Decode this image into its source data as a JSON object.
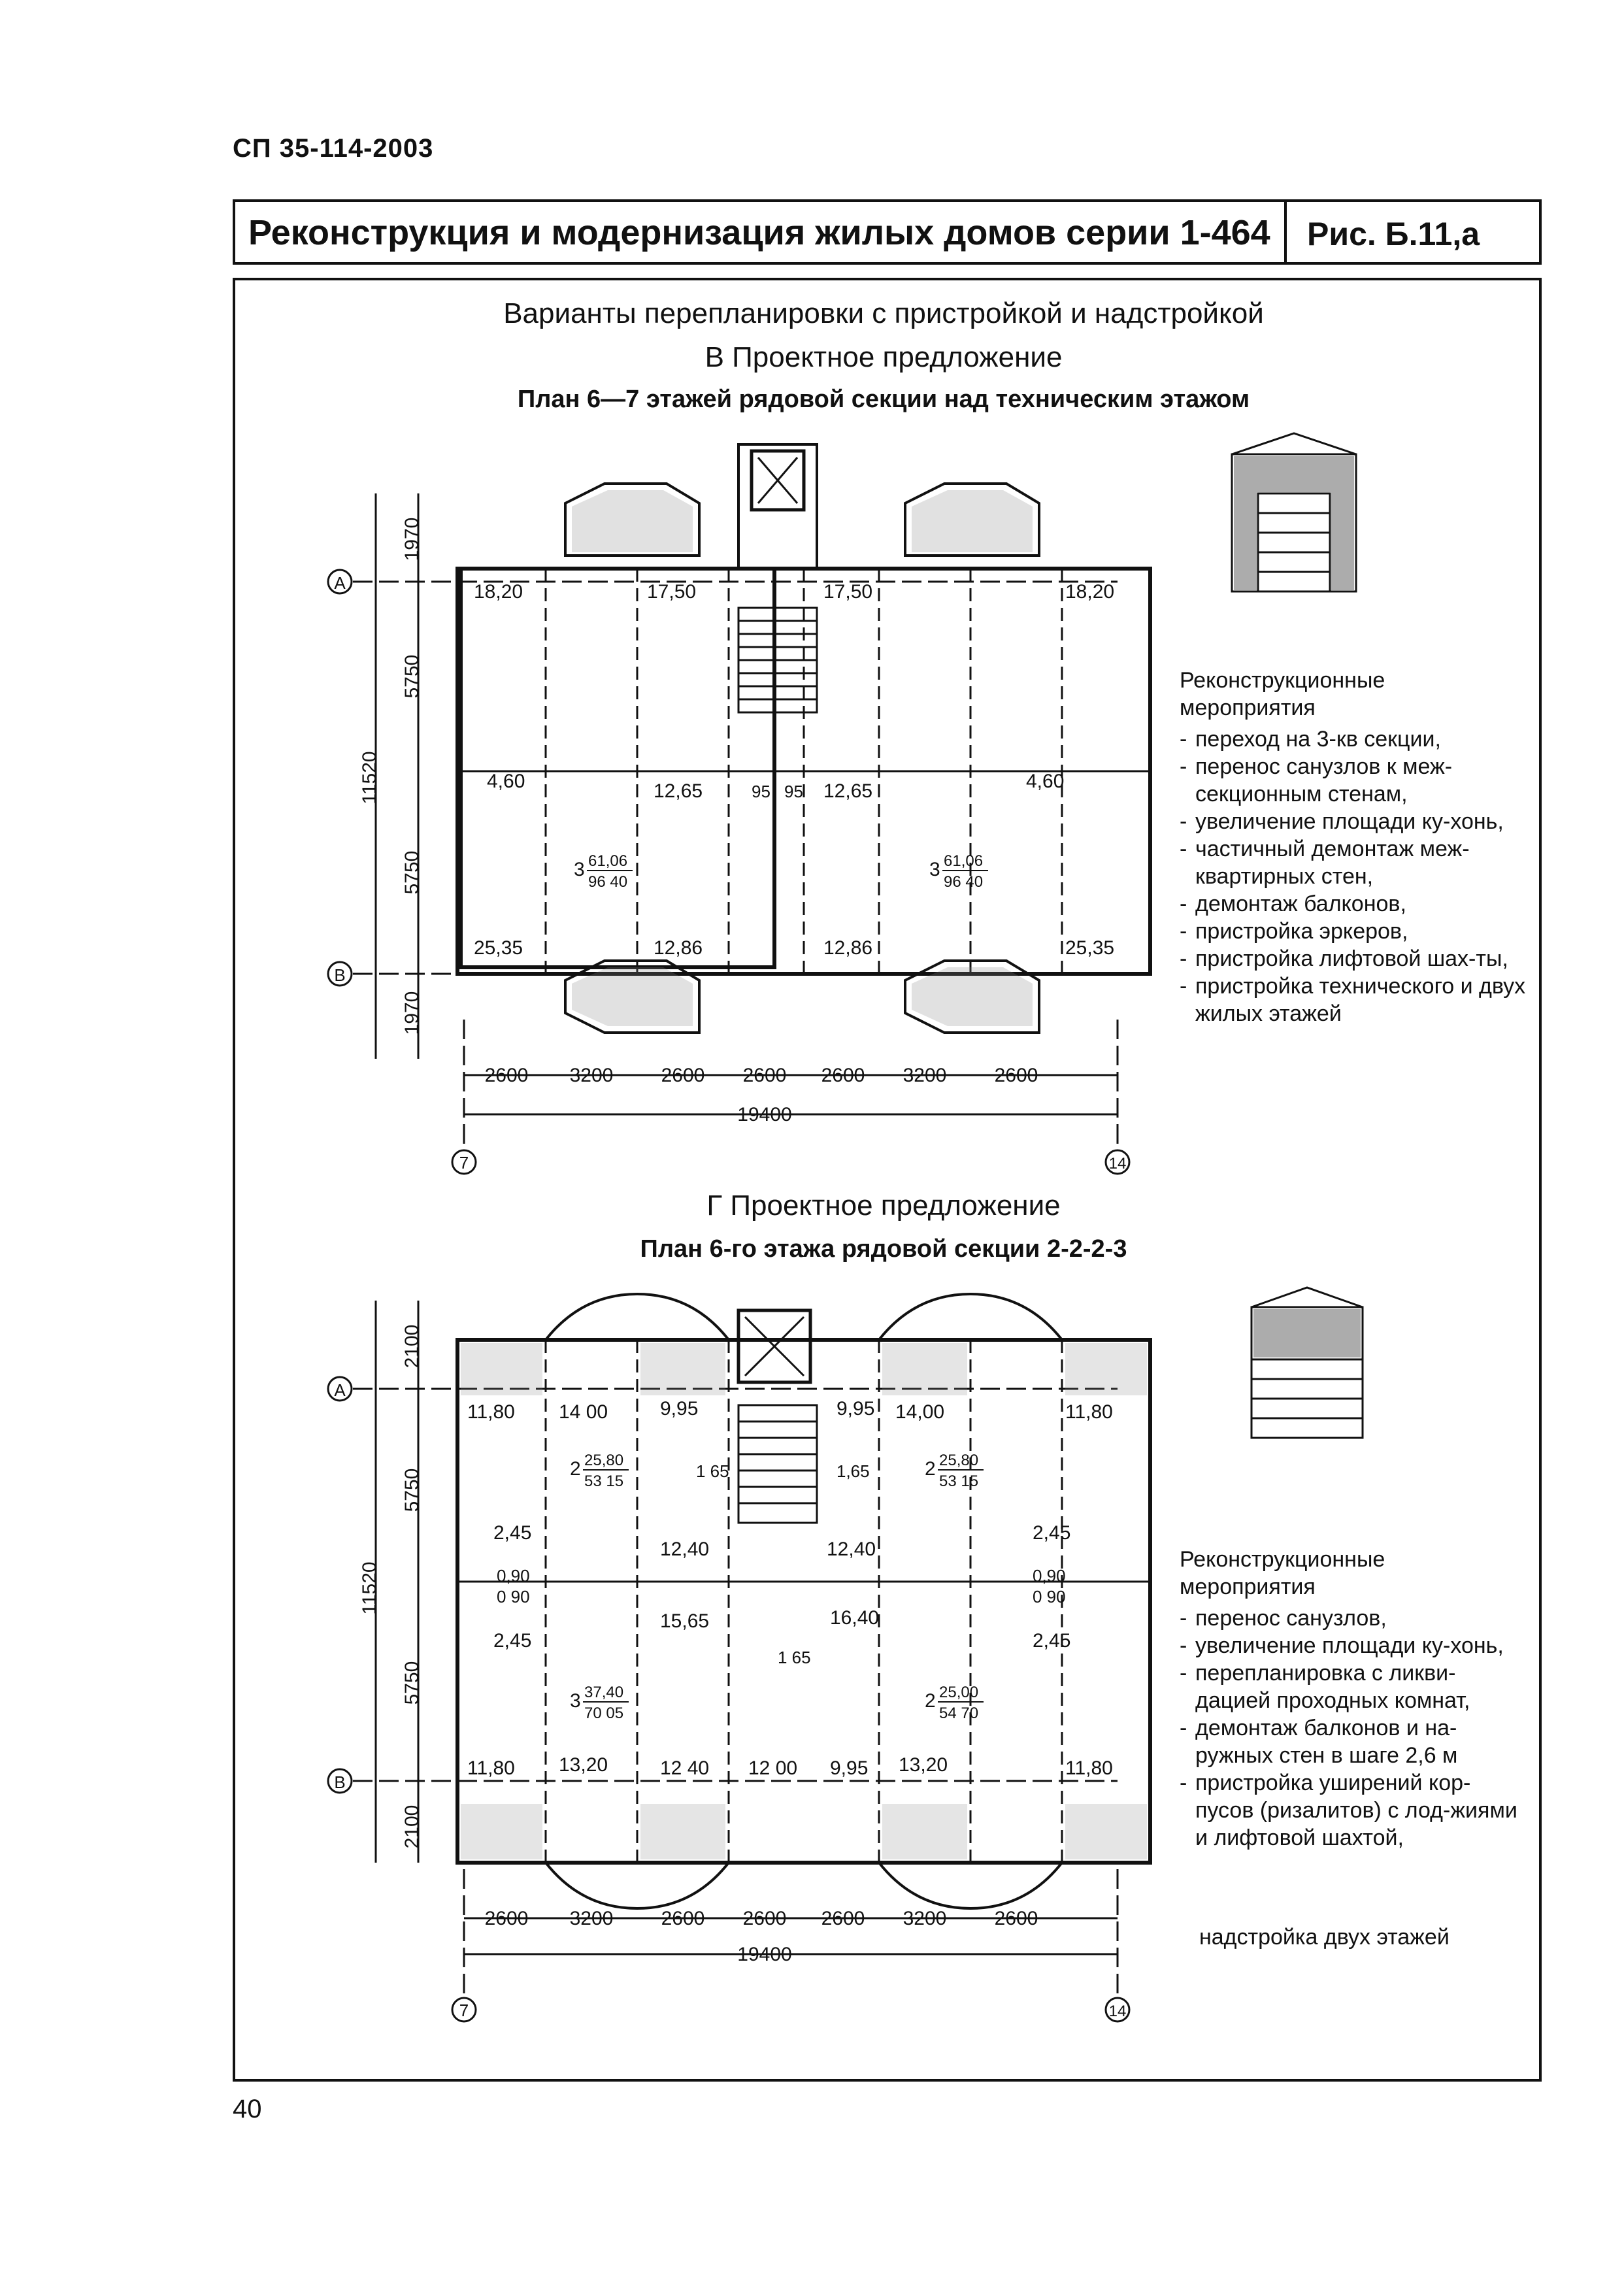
{
  "header": {
    "doc_code": "СП 35-114-2003",
    "title": "Реконструкция и модернизация жилых домов серии 1-464",
    "figure_label": "Рис. Б.11,а"
  },
  "section_v": {
    "heading_1": "Варианты перепланировки с пристройкой и надстройкой",
    "heading_2": "В Проектное предложение",
    "plan_title": "План 6—7 этажей рядовой секции над техническим этажом",
    "measures_title": "Реконструкционные мероприятия",
    "measures": [
      "переход на 3-кв секции,",
      "перенос санузлов к меж-секционным стенам,",
      "увеличение площади ку-хонь,",
      "частичный демонтаж меж-квартирных стен,",
      "демонтаж балконов,",
      "пристройка эркеров,",
      "пристройка лифтовой шах-ты,",
      "пристройка технического и двух жилых этажей"
    ],
    "plan": {
      "axes": {
        "a": "А",
        "b": "В",
        "left": "7",
        "right": "14"
      },
      "dims_vertical": {
        "top": "1970",
        "upper": "5750",
        "total": "11520",
        "lower": "5750",
        "bottom": "1970"
      },
      "dims_horizontal": [
        "2600",
        "3200",
        "2600",
        "2600",
        "2600",
        "3200",
        "2600"
      ],
      "dim_total": "19400",
      "rooms": {
        "r1": "18,20",
        "r2": "17,50",
        "r3": "17,50",
        "r4": "18,20",
        "r5": "4,60",
        "r6": "12,65",
        "r7": "95",
        "r8": "95",
        "r9": "12,65",
        "r10": "4,60",
        "r11": "25,35",
        "r12": "12,86",
        "r13": "12,86",
        "r14": "25,35"
      },
      "apt_left": {
        "rooms": "3",
        "num": "61,06",
        "den": "96 40"
      },
      "apt_right": {
        "rooms": "3",
        "num": "61,06",
        "den": "96 40"
      }
    }
  },
  "section_g": {
    "heading": "Г Проектное предложение",
    "plan_title": "План 6-го этажа рядовой секции 2-2-2-3",
    "measures_title": "Реконструкционные мероприятия",
    "measures": [
      "перенос санузлов,",
      "увеличение площади ку-хонь,",
      "перепланировка с ликви-дацией проходных комнат,",
      "демонтаж балконов и на-ружных стен в шаге 2,6 м",
      "пристройка уширений кор-пусов (ризалитов) с лод-жиями и лифтовой шахтой,"
    ],
    "measures_tail": "надстройка двух этажей",
    "plan": {
      "axes": {
        "a": "А",
        "b": "В",
        "left": "7",
        "right": "14"
      },
      "dims_vertical": {
        "top": "2100",
        "upper": "5750",
        "total": "11520",
        "lower": "5750",
        "bottom": "2100"
      },
      "dims_horizontal": [
        "2600",
        "3200",
        "2600",
        "2600",
        "2600",
        "3200",
        "2600"
      ],
      "dim_total": "19400",
      "rooms": {
        "r1": "11,80",
        "r2": "14 00",
        "r3": "9,95",
        "r4": "9,95",
        "r5": "14,00",
        "r6": "11,80",
        "r7": "1 65",
        "r8": "1,65",
        "r9": "2,45",
        "r10": "12,40",
        "r11": "12,40",
        "r12": "2,45",
        "r13": "0,90",
        "r14": "0 90",
        "r15": "0,90",
        "r16": "0 90",
        "r17": "2,45",
        "r18": "15,65",
        "r19": "16,40",
        "r20": "2,45",
        "r21": "1 65",
        "r22": "11,80",
        "r23": "13,20",
        "r24": "12 40",
        "r25": "12 00",
        "r26": "9,95",
        "r27": "13,20",
        "r28": "11,80"
      },
      "apt_tl": {
        "rooms": "2",
        "num": "25,80",
        "den": "53 15"
      },
      "apt_tr": {
        "rooms": "2",
        "num": "25,80",
        "den": "53 15"
      },
      "apt_bl": {
        "rooms": "3",
        "num": "37,40",
        "den": "70 05"
      },
      "apt_br": {
        "rooms": "2",
        "num": "25,00",
        "den": "54 70"
      }
    }
  },
  "page_number": "40"
}
